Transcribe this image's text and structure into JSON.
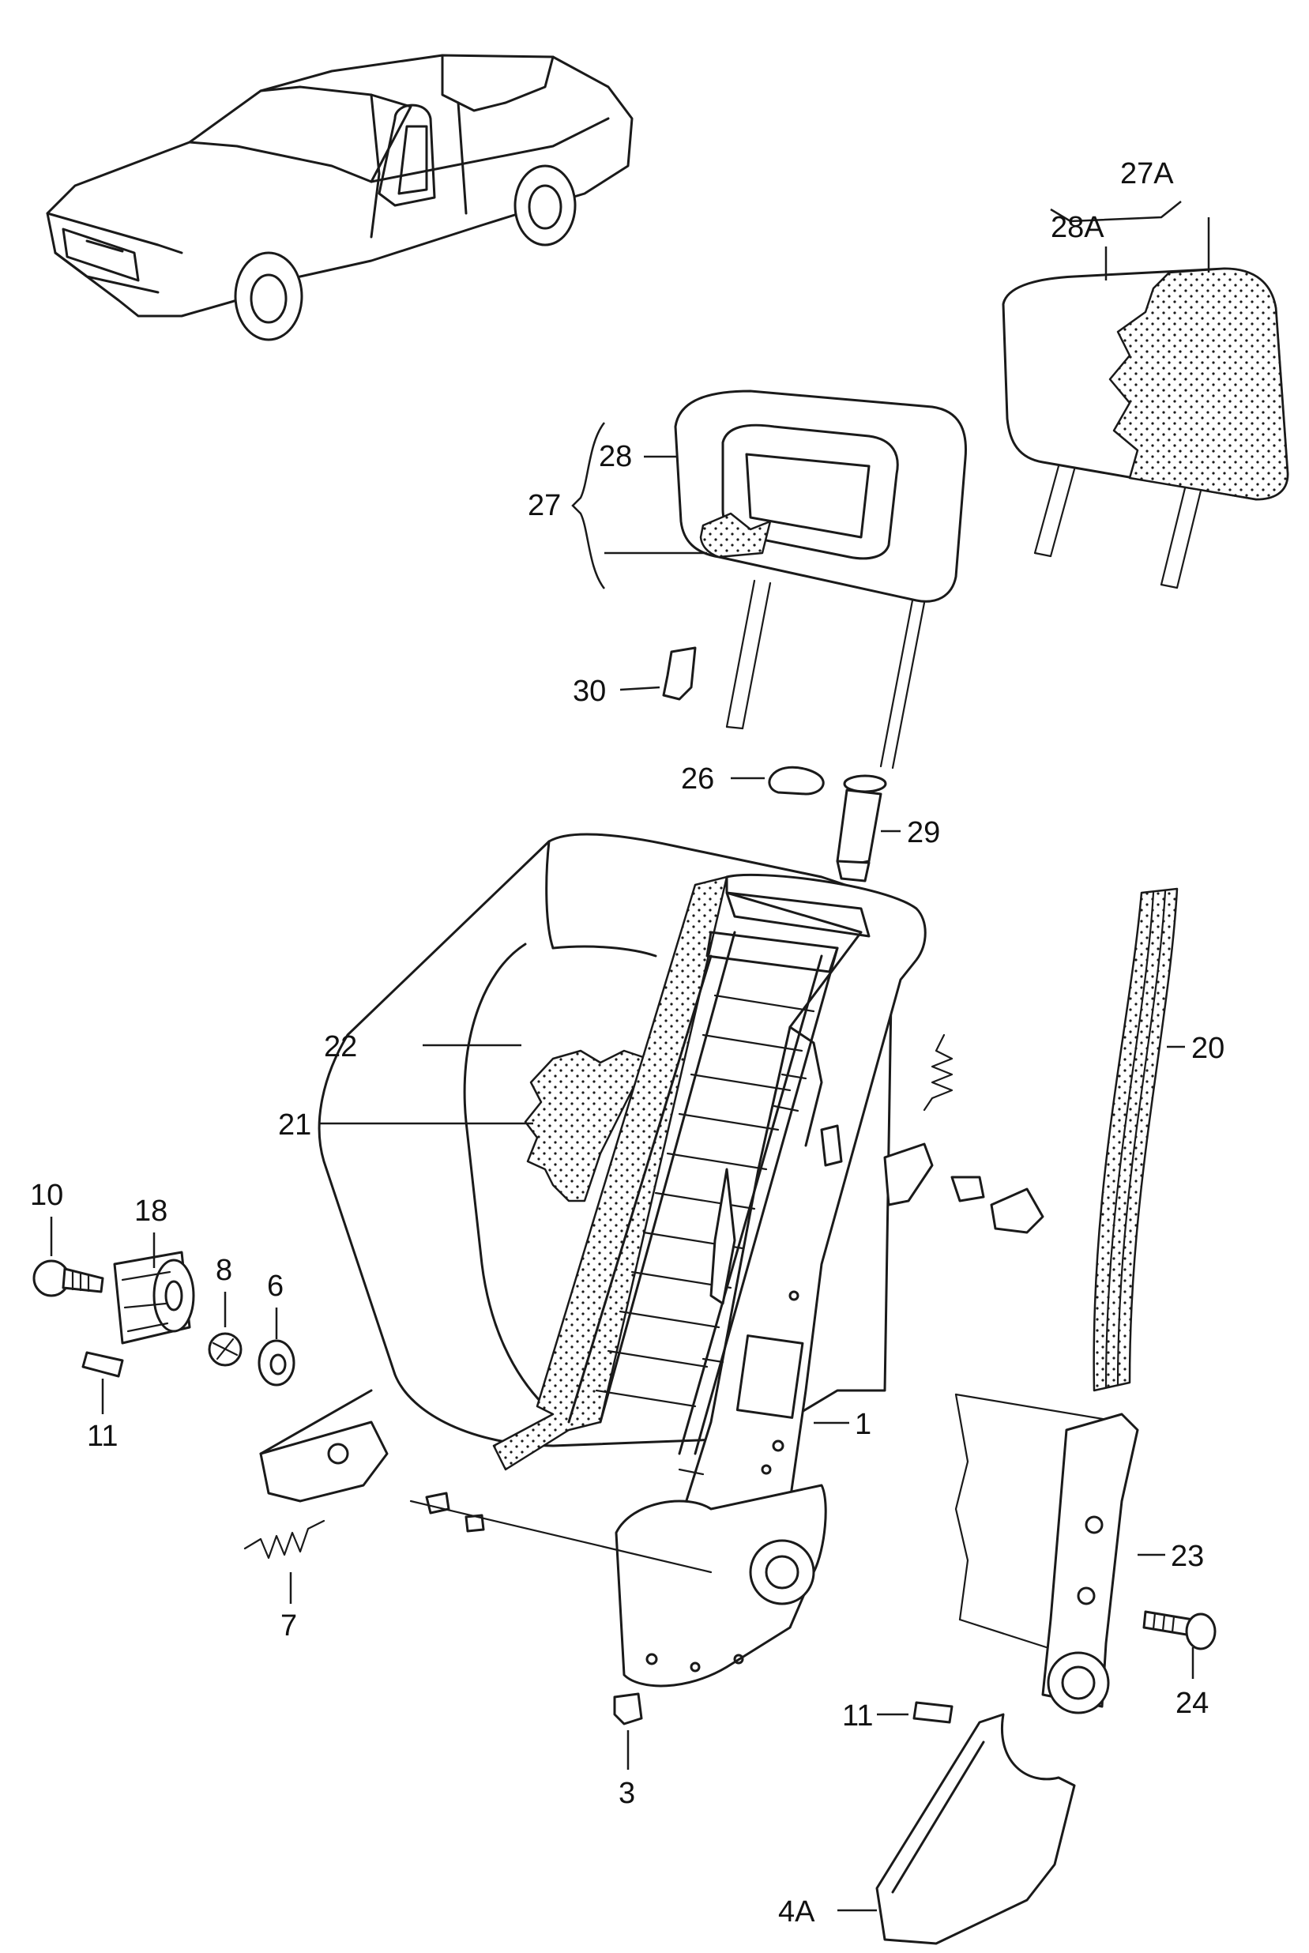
{
  "callouts": [
    {
      "id": "c-27A",
      "text": "27A"
    },
    {
      "id": "c-28A",
      "text": "28A"
    },
    {
      "id": "c-28",
      "text": "28"
    },
    {
      "id": "c-27",
      "text": "27"
    },
    {
      "id": "c-30",
      "text": "30"
    },
    {
      "id": "c-26",
      "text": "26"
    },
    {
      "id": "c-29",
      "text": "29"
    },
    {
      "id": "c-22",
      "text": "22"
    },
    {
      "id": "c-21",
      "text": "21"
    },
    {
      "id": "c-20",
      "text": "20"
    },
    {
      "id": "c-10",
      "text": "10"
    },
    {
      "id": "c-18",
      "text": "18"
    },
    {
      "id": "c-8",
      "text": "8"
    },
    {
      "id": "c-6",
      "text": "6"
    },
    {
      "id": "c-11a",
      "text": "11"
    },
    {
      "id": "c-1",
      "text": "1"
    },
    {
      "id": "c-7",
      "text": "7"
    },
    {
      "id": "c-23",
      "text": "23"
    },
    {
      "id": "c-24",
      "text": "24"
    },
    {
      "id": "c-11b",
      "text": "11"
    },
    {
      "id": "c-3",
      "text": "3"
    },
    {
      "id": "c-4A",
      "text": "4A"
    }
  ],
  "colors": {
    "ink": "#1a1a1a",
    "background": "#ffffff"
  }
}
